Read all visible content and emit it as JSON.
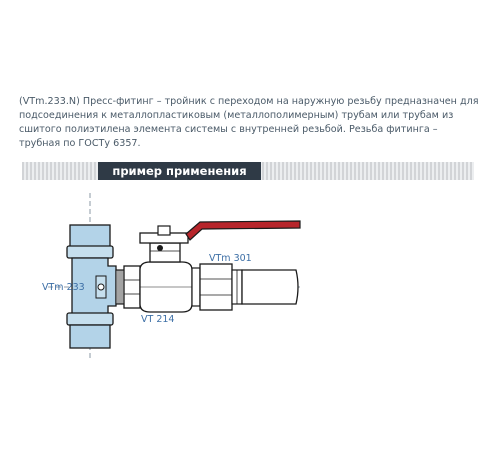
{
  "description": "(VTm.233.N) Пресс-фитинг – тройник с переходом на наружную резьбу предназначен для подсоединения к металлопластиковым (металлополимерным) трубам или трубам из сшитого полиэтилена элемента системы с внутренней резьбой. Резьба фитинга – трубная по ГОСТу 6357.",
  "banner": {
    "title": "пример применения"
  },
  "diagram": {
    "labels": {
      "tee": "VTm 233",
      "valve": "VT 214",
      "pipe_fitting": "VTm 301"
    },
    "colors": {
      "pipe_fill": "#b3d3e8",
      "outline": "#1a1a1a",
      "handle": "#b7252b",
      "label": "#3d6fa6"
    }
  }
}
